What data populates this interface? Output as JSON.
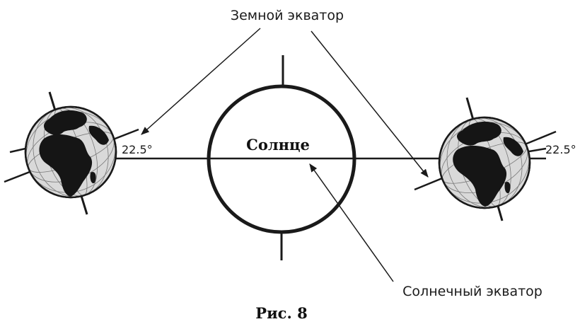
{
  "labels": {
    "earth_equator": "Земной экватор",
    "sun": "Солнце",
    "solar_equator": "Солнечный экватор",
    "angle_left": "22.5°",
    "angle_right": "22.5°",
    "caption": "Рис. 8"
  },
  "colors": {
    "ink": "#1a1a1a",
    "globe_ocean": "#d9d9d9",
    "globe_land": "#151515",
    "grid": "#777777"
  },
  "icons": {
    "left_globe": "earth-globe-icon",
    "right_globe": "earth-globe-icon"
  }
}
